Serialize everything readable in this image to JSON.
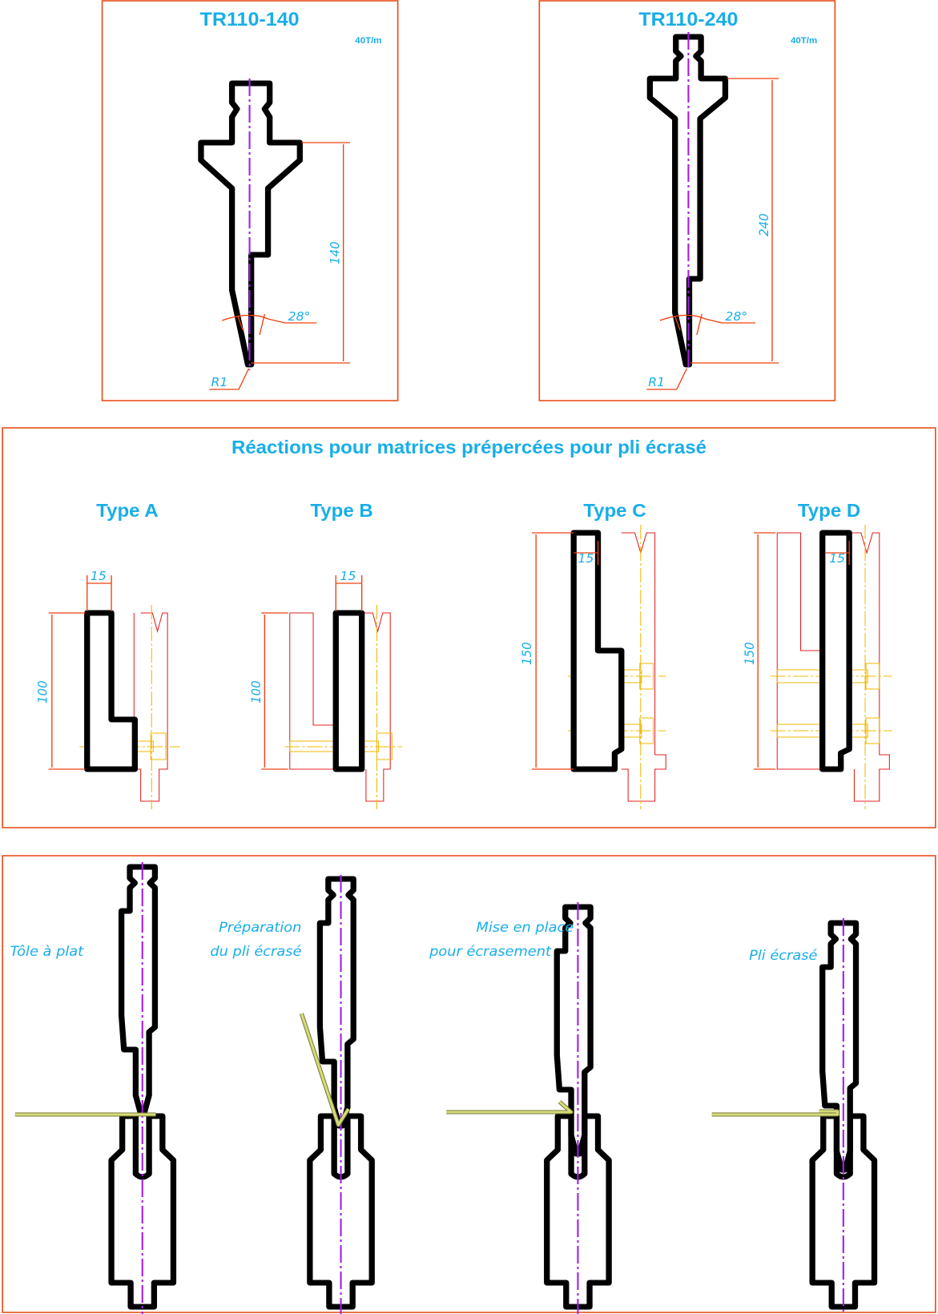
{
  "panel1": {
    "title": "TR110-140",
    "capacity": "40T/m",
    "height_dim": "140",
    "angle_dim": "28°",
    "radius_dim": "R1"
  },
  "panel2": {
    "title": "TR110-240",
    "capacity": "40T/m",
    "height_dim": "240",
    "angle_dim": "28°",
    "radius_dim": "R1"
  },
  "panel3": {
    "title": "Réactions pour matrices prépercées pour pli écrasé",
    "types": [
      {
        "label": "Type A",
        "width_dim": "15",
        "height_dim": "100"
      },
      {
        "label": "Type B",
        "width_dim": "15",
        "height_dim": "100"
      },
      {
        "label": "Type C",
        "width_dim": "15",
        "height_dim": "150"
      },
      {
        "label": "Type D",
        "width_dim": "15",
        "height_dim": "150"
      }
    ]
  },
  "panel4": {
    "steps": [
      {
        "line1": "Tôle à plat"
      },
      {
        "line1": "Préparation",
        "line2": "du pli écrasé"
      },
      {
        "line1": "Mise en place",
        "line2": "pour écrasement"
      },
      {
        "line1": "Pli écrasé"
      }
    ]
  },
  "colors": {
    "text": "#19aee8",
    "frame": "#e8501c",
    "centerline": "#a21ee8",
    "tool": "#000000",
    "sheet": "#d4dc78"
  }
}
